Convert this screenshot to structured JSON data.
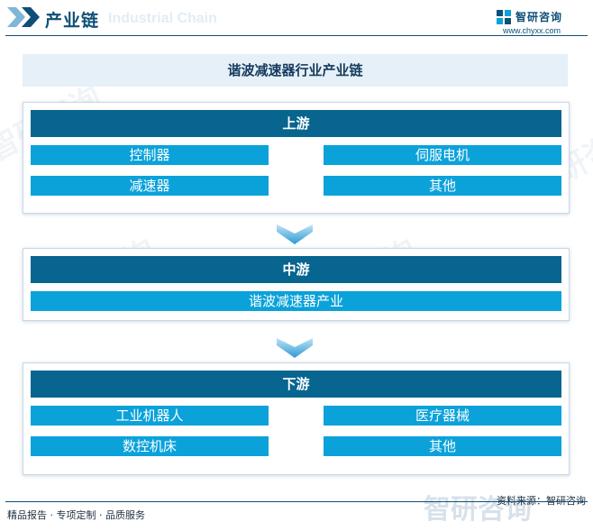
{
  "header": {
    "title": "产业链",
    "bg_text": "Industrial Chain",
    "brand_name": "智研咨询",
    "brand_url": "www.chyxx.com"
  },
  "main_title": "谐波减速器行业产业链",
  "upstream": {
    "title": "上游",
    "items": [
      "控制器",
      "伺服电机",
      "减速器",
      "其他"
    ]
  },
  "midstream": {
    "title": "中游",
    "items": [
      "谐波减速器产业"
    ]
  },
  "downstream": {
    "title": "下游",
    "items": [
      "工业机器人",
      "医疗器械",
      "数控机床",
      "其他"
    ]
  },
  "footer": {
    "left": "精品报告 · 专项定制 · 品质服务",
    "source": "资料来源：智研咨询"
  },
  "watermark_text": "智研咨询",
  "colors": {
    "header_blue": "#0e4f77",
    "section_head": "#07658f",
    "item_box": "#0ba2da",
    "arrow": "#3aa8dc",
    "title_bg": "#e5f0f9"
  }
}
